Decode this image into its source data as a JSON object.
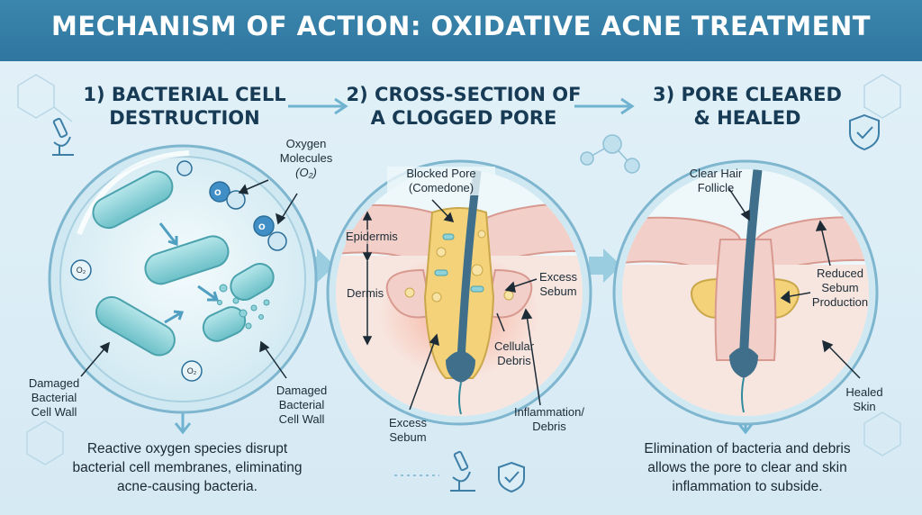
{
  "header": {
    "title": "MECHANISM OF ACTION: OXIDATIVE ACNE TREATMENT"
  },
  "panels": [
    {
      "title_line1": "1) BACTERIAL CELL",
      "title_line2": "DESTRUCTION",
      "labels": {
        "oxygen_1": "Oxygen",
        "oxygen_2": "Molecules",
        "oxygen_3": "(O₂)",
        "o2_badge": "O₂",
        "left_1": "Damaged",
        "left_2": "Bacterial",
        "left_3": "Cell Wall",
        "right_1": "Damaged",
        "right_2": "Bacterial",
        "right_3": "Cell Wall"
      },
      "description": [
        "Reactive oxygen species disrupt",
        "bacterial cell membranes, eliminating",
        "acne-causing bacteria."
      ]
    },
    {
      "title_line1": "2) CROSS-SECTION OF",
      "title_line2": "A CLOGGED PORE",
      "labels": {
        "blocked_1": "Blocked Pore",
        "blocked_2": "(Comedone)",
        "epidermis": "Epidermis",
        "dermis": "Dermis",
        "excess_r1": "Excess",
        "excess_r2": "Sebum",
        "cellular_1": "Cellular",
        "cellular_2": "Debris",
        "excess_b1": "Excess",
        "excess_b2": "Sebum",
        "inflam_1": "Inflammation/",
        "inflam_2": "Debris"
      }
    },
    {
      "title_line1": "3) PORE CLEARED",
      "title_line2": "& HEALED",
      "labels": {
        "clear_1": "Clear Hair",
        "clear_2": "Follicle",
        "reduced_1": "Reduced",
        "reduced_2": "Sebum",
        "reduced_3": "Production",
        "healed_1": "Healed",
        "healed_2": "Skin"
      },
      "description": [
        "Elimination of bacteria and debris",
        "allows the pore to clear and skin",
        "inflammation to subside."
      ]
    }
  ],
  "icons": [
    "microscope-icon",
    "shield-check-icon",
    "molecule-icon",
    "oxygen-molecule-icon",
    "arrow-right-icon"
  ],
  "colors": {
    "header": "#3178a2",
    "title_text": "#173a55",
    "skin": "#f2cfc8",
    "sebum": "#f3d27a",
    "bacteria": "#8fd3d9",
    "follicle": "#3f6f8a",
    "arrow": "#6fb3d0"
  }
}
